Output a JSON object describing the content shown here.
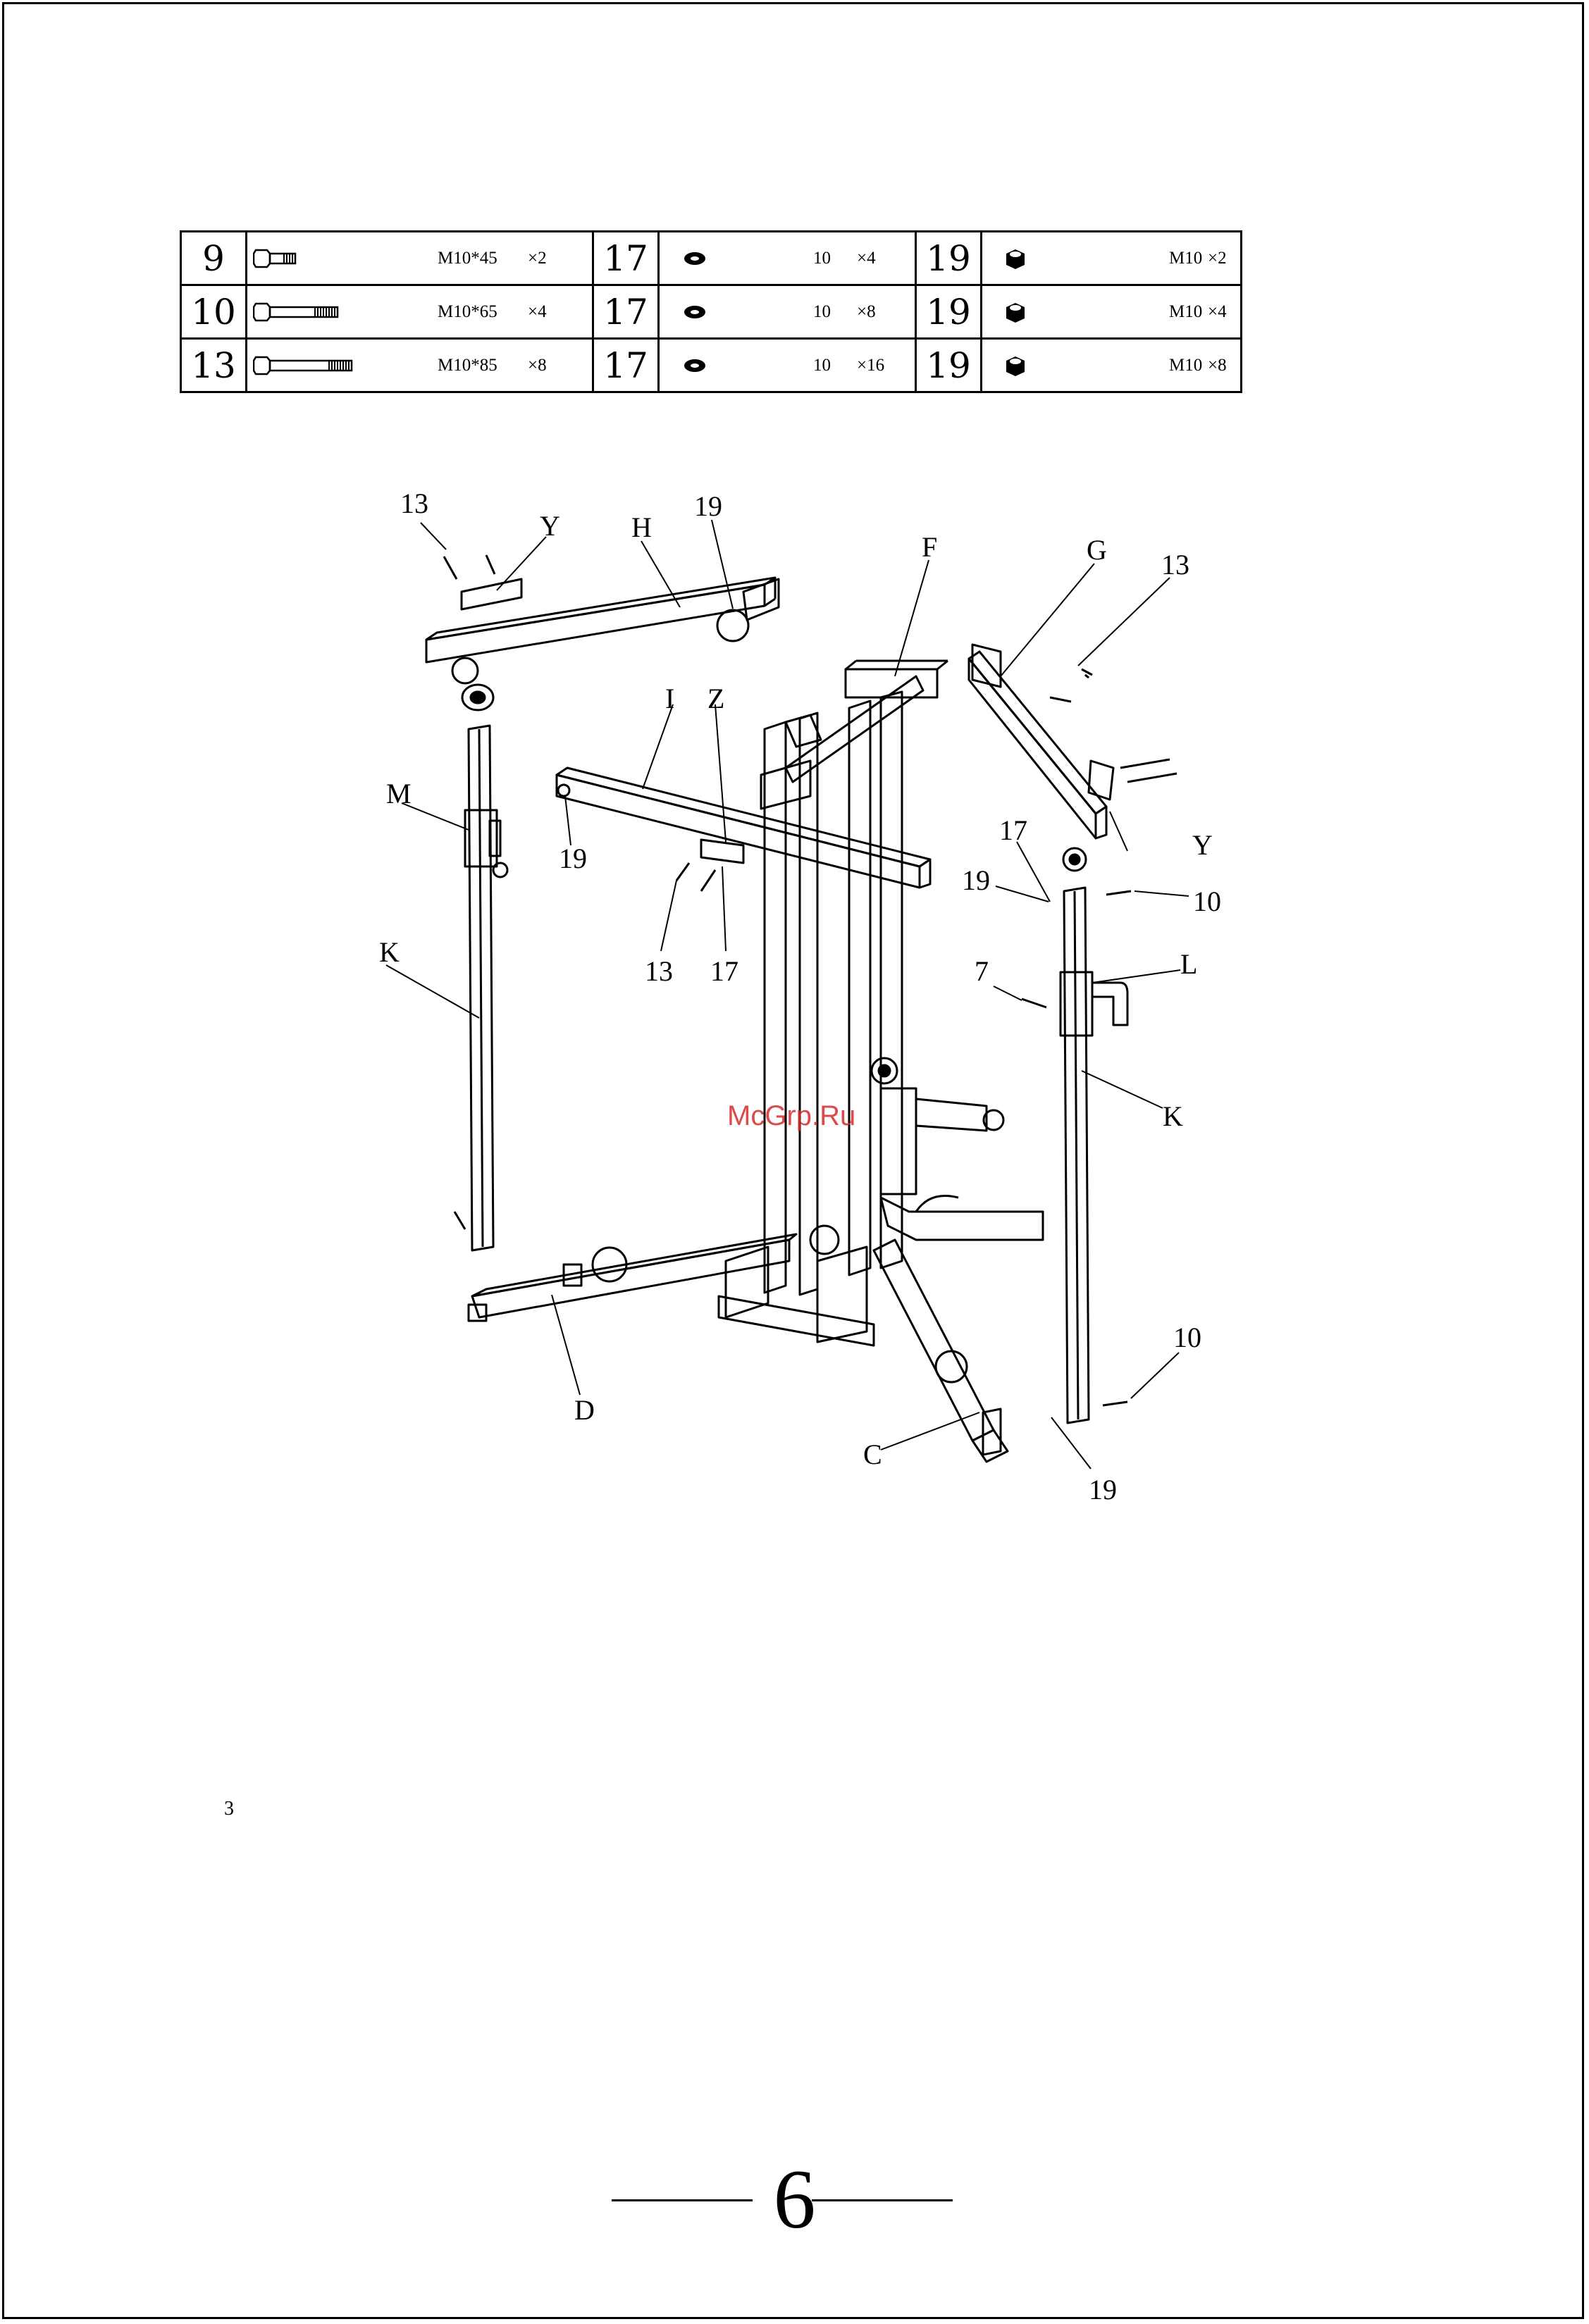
{
  "hardware_table": {
    "rows": [
      {
        "c1": {
          "num": "9",
          "spec": "M10*45",
          "qty": "×2",
          "icon": "bolt-short-icon"
        },
        "c2": {
          "num": "17",
          "spec": "10",
          "qty": "×4",
          "icon": "washer-icon"
        },
        "c3": {
          "num": "19",
          "spec": "M10",
          "qty": "×2",
          "icon": "lock-nut-icon"
        }
      },
      {
        "c1": {
          "num": "10",
          "spec": "M10*65",
          "qty": "×4",
          "icon": "bolt-medium-icon"
        },
        "c2": {
          "num": "17",
          "spec": "10",
          "qty": "×8",
          "icon": "washer-icon"
        },
        "c3": {
          "num": "19",
          "spec": "M10",
          "qty": "×4",
          "icon": "lock-nut-icon"
        }
      },
      {
        "c1": {
          "num": "13",
          "spec": "M10*85",
          "qty": "×8",
          "icon": "bolt-long-icon"
        },
        "c2": {
          "num": "17",
          "spec": "10",
          "qty": "×16",
          "icon": "washer-icon"
        },
        "c3": {
          "num": "19",
          "spec": "M10",
          "qty": "×8",
          "icon": "lock-nut-icon"
        }
      }
    ]
  },
  "diagram": {
    "callouts": {
      "l13_top": "13",
      "lY_top": "Y",
      "lH": "H",
      "l19_top": "19",
      "lF": "F",
      "lG": "G",
      "l13_right": "13",
      "lI": "I",
      "lZ": "Z",
      "lM": "M",
      "l19_mid": "19",
      "l13_mid": "13",
      "l17_mid": "17",
      "lK_left": "K",
      "l17_right": "17",
      "l19_right": "19",
      "l10_right": "10",
      "lY_right": "Y",
      "l7": "7",
      "lL": "L",
      "lK_right": "K",
      "lD": "D",
      "lC": "C",
      "l10_bottom": "10",
      "l19_bottom": "19"
    }
  },
  "watermark": "McGrp.Ru",
  "stray_mark": "3",
  "page_number": "6"
}
